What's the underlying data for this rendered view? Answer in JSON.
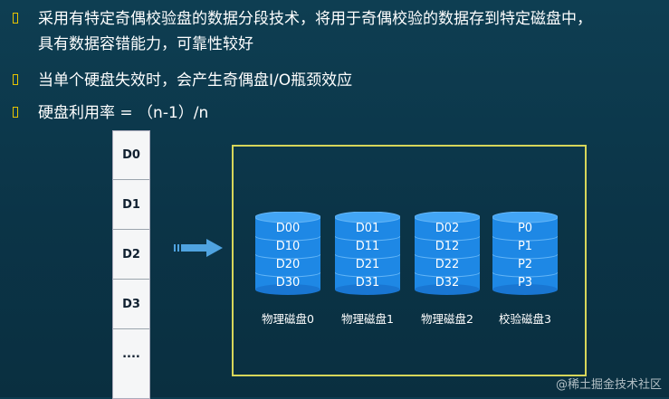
{
  "bullets": [
    {
      "line1": "采用有特定奇偶校验盘的数据分段技术，将用于奇偶校验的数据存到特定磁盘中，",
      "line2": "具有数据容错能力，可靠性较好"
    },
    {
      "line1": "当单个硬盘失效时，会产生奇偶盘I/O瓶颈效应"
    },
    {
      "line1": "硬盘利用率 = （n-1）/n"
    }
  ],
  "strip": [
    "D0",
    "D1",
    "D2",
    "D3",
    "...."
  ],
  "disks": [
    {
      "label": "物理磁盘0",
      "blocks": [
        "D00",
        "D10",
        "D20",
        "D30"
      ]
    },
    {
      "label": "物理磁盘1",
      "blocks": [
        "D01",
        "D11",
        "D21",
        "D31"
      ]
    },
    {
      "label": "物理磁盘2",
      "blocks": [
        "D02",
        "D12",
        "D22",
        "D32"
      ]
    },
    {
      "label": "校验磁盘3",
      "blocks": [
        "P0",
        "P1",
        "P2",
        "P3"
      ]
    }
  ],
  "watermark": "@稀土掘金技术社区",
  "colors": {
    "background": "#0d3b4f",
    "bullet": "#e6c400",
    "disk": "#1e88e5",
    "frame": "#d7d65a"
  }
}
